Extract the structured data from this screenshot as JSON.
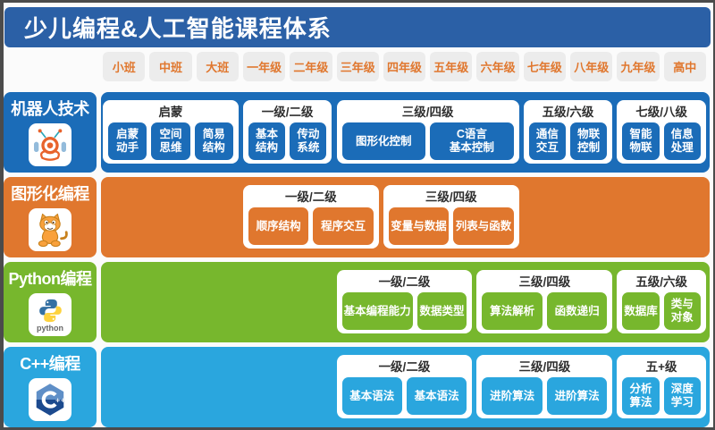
{
  "page": {
    "title": "少儿编程&人工智能课程体系"
  },
  "grade_tabs": [
    "小班",
    "中班",
    "大班",
    "一年级",
    "二年级",
    "三年级",
    "四年级",
    "五年级",
    "六年级",
    "七年级",
    "八年级",
    "九年级",
    "高中"
  ],
  "colors": {
    "banner_blue": "#2b60a6",
    "robotics_blue": "#1b6cb8",
    "graphical_orange": "#e0772e",
    "python_green": "#77b72d",
    "cpp_cyan": "#2aa6de",
    "tab_bg": "#ececec",
    "tab_text": "#e0772e",
    "heading_text": "#2e2e2e"
  },
  "tracks": [
    {
      "id": "robotics",
      "name": "机器人技术",
      "icon": "robot-icon",
      "color": "#1b6cb8",
      "groups": [
        {
          "level": "启蒙",
          "grades": [
            0,
            2
          ],
          "chips": [
            "启蒙\n动手",
            "空间\n思维",
            "简易\n结构"
          ]
        },
        {
          "level": "一级/二级",
          "grades": [
            3,
            4
          ],
          "chips": [
            "基本\n结构",
            "传动\n系统"
          ]
        },
        {
          "level": "三级/四级",
          "grades": [
            5,
            8
          ],
          "chips": [
            "图形化控制",
            "C语言\n基本控制"
          ]
        },
        {
          "level": "五级/六级",
          "grades": [
            9,
            10
          ],
          "chips": [
            "通信\n交互",
            "物联\n控制"
          ]
        },
        {
          "level": "七级/八级",
          "grades": [
            11,
            12
          ],
          "chips": [
            "智能\n物联",
            "信息\n处理"
          ]
        }
      ]
    },
    {
      "id": "graphical",
      "name": "图形化编程",
      "icon": "scratch-cat-icon",
      "color": "#e0772e",
      "groups": [
        {
          "level": "一级/二级",
          "grades": [
            3,
            5
          ],
          "chips": [
            "顺序结构",
            "程序交互"
          ]
        },
        {
          "level": "三级/四级",
          "grades": [
            6,
            8
          ],
          "chips": [
            "变量与数据",
            "列表与函数"
          ]
        }
      ]
    },
    {
      "id": "python",
      "name": "Python编程",
      "icon": "python-icon",
      "icon_label": "python",
      "color": "#77b72d",
      "groups": [
        {
          "level": "一级/二级",
          "grades": [
            5,
            7
          ],
          "chips": [
            "基本编程能力",
            "数据类型"
          ],
          "chip_flex": [
            1.42,
            1
          ]
        },
        {
          "level": "三级/四级",
          "grades": [
            8,
            10
          ],
          "chips": [
            "算法解析",
            "函数递归"
          ]
        },
        {
          "level": "五级/六级",
          "grades": [
            11,
            12
          ],
          "chips": [
            "数据库",
            "类与\n对象"
          ]
        }
      ]
    },
    {
      "id": "cpp",
      "name": "C++编程",
      "icon": "cpp-icon",
      "color": "#2aa6de",
      "groups": [
        {
          "level": "一级/二级",
          "grades": [
            5,
            7
          ],
          "chips": [
            "基本语法",
            "基本语法"
          ]
        },
        {
          "level": "三级/四级",
          "grades": [
            8,
            10
          ],
          "chips": [
            "进阶算法",
            "进阶算法"
          ]
        },
        {
          "level": "五+级",
          "grades": [
            11,
            12
          ],
          "chips": [
            "分析\n算法",
            "深度\n学习"
          ]
        }
      ]
    }
  ]
}
